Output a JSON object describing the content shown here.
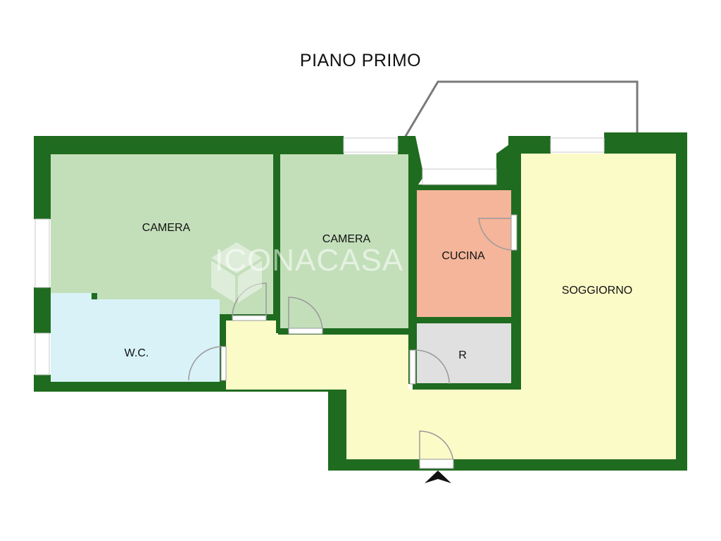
{
  "title": "PIANO PRIMO",
  "watermark": "ICONACASA",
  "rooms": {
    "camera1": "CAMERA",
    "camera2": "CAMERA",
    "cucina": "CUCINA",
    "soggiorno": "SOGGIORNO",
    "wc": "W.C.",
    "ripostiglio": "R"
  },
  "colors": {
    "wall": "#1f6b1f",
    "camera": "#c3dfba",
    "cucina": "#f4b59a",
    "soggiorno": "#fbfbc8",
    "wc": "#d8f2f8",
    "ripostiglio": "#e0e0e0",
    "balcony_outline": "#7a7a7a"
  },
  "icons": [
    "entrance-arrow-icon",
    "door-swing-icon",
    "watermark-logo-icon"
  ]
}
